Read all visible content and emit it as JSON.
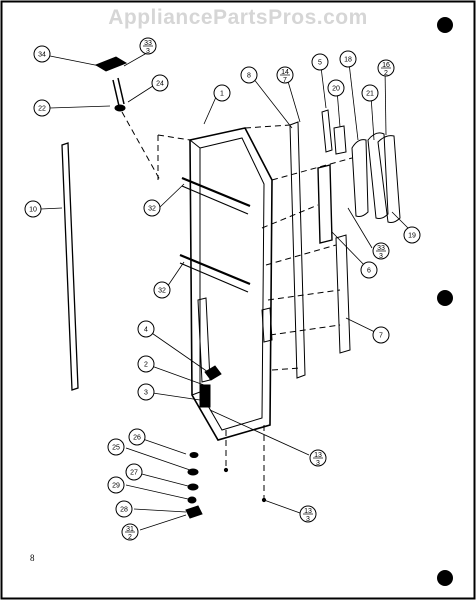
{
  "watermark": "AppliancePartsPros.com",
  "page_number": "8",
  "callouts": [
    {
      "id": "c34",
      "label": "34"
    },
    {
      "id": "c33a",
      "num": "33",
      "den": "3"
    },
    {
      "id": "c24",
      "label": "24"
    },
    {
      "id": "c22",
      "label": "22"
    },
    {
      "id": "c1",
      "label": "1"
    },
    {
      "id": "c8",
      "label": "8"
    },
    {
      "id": "c14",
      "num": "14",
      "den": "7"
    },
    {
      "id": "c5",
      "label": "5"
    },
    {
      "id": "c18",
      "label": "18"
    },
    {
      "id": "c16",
      "num": "16",
      "den": "2"
    },
    {
      "id": "c20",
      "label": "20"
    },
    {
      "id": "c21",
      "label": "21"
    },
    {
      "id": "c10",
      "label": "10"
    },
    {
      "id": "c32a",
      "label": "32"
    },
    {
      "id": "c33b",
      "num": "33",
      "den": "3"
    },
    {
      "id": "c19",
      "label": "19"
    },
    {
      "id": "c6",
      "label": "6"
    },
    {
      "id": "c32b",
      "label": "32"
    },
    {
      "id": "c7",
      "label": "7"
    },
    {
      "id": "c4",
      "label": "4"
    },
    {
      "id": "c2",
      "label": "2"
    },
    {
      "id": "c3",
      "label": "3"
    },
    {
      "id": "c13a",
      "num": "13",
      "den": "3"
    },
    {
      "id": "c26",
      "label": "26"
    },
    {
      "id": "c25",
      "label": "25"
    },
    {
      "id": "c27",
      "label": "27"
    },
    {
      "id": "c29",
      "label": "29"
    },
    {
      "id": "c28",
      "label": "28"
    },
    {
      "id": "c31",
      "num": "31",
      "den": "2"
    },
    {
      "id": "c13b",
      "num": "13",
      "den": "3"
    }
  ]
}
